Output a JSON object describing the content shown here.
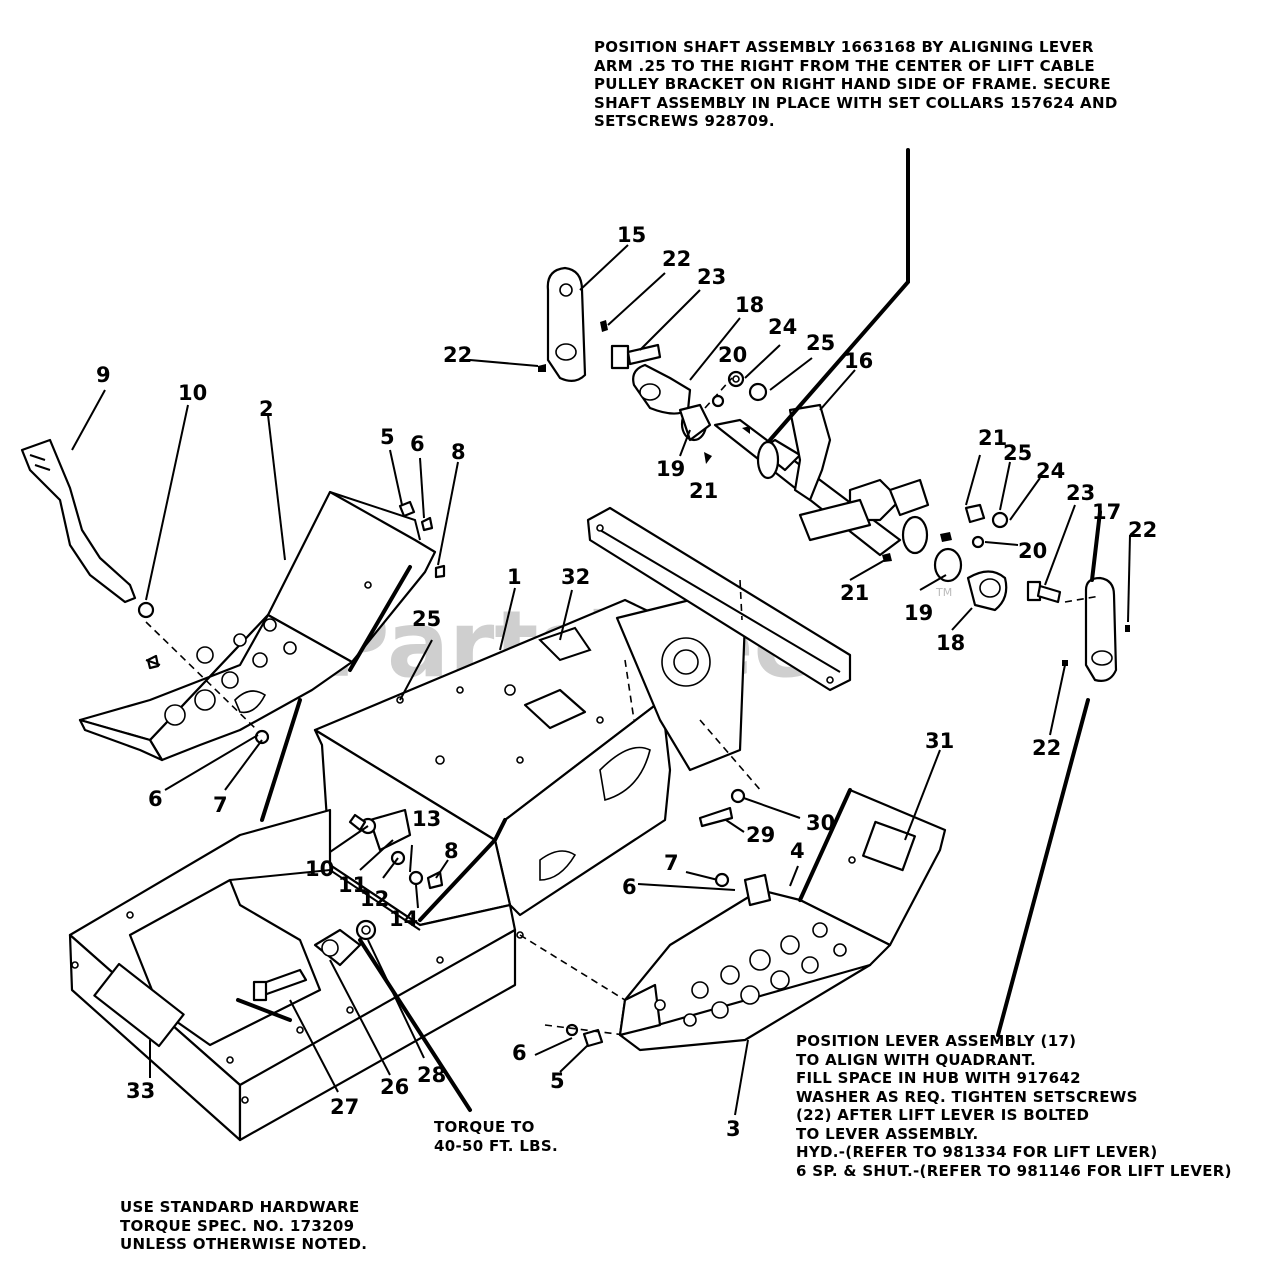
{
  "notes": {
    "top": "POSITION SHAFT ASSEMBLY 1663168 BY ALIGNING LEVER\nARM .25 TO THE RIGHT FROM THE CENTER OF LIFT CABLE\nPULLEY BRACKET ON RIGHT HAND SIDE OF FRAME. SECURE\nSHAFT ASSEMBLY IN PLACE WITH SET COLLARS 157624 AND\nSETSCREWS 928709.",
    "lever": "POSITION LEVER ASSEMBLY (17)\nTO ALIGN WITH QUADRANT.\nFILL SPACE IN HUB WITH 917642\nWASHER AS REQ. TIGHTEN SETSCREWS\n(22) AFTER LIFT LEVER IS BOLTED\nTO LEVER ASSEMBLY.\nHYD.-(REFER TO 981334 FOR LIFT LEVER)\n6 SP. & SHUT.-(REFER TO 981146 FOR LIFT LEVER)",
    "torque": "TORQUE TO\n40-50 FT. LBS.",
    "hardware": "USE STANDARD HARDWARE\nTORQUE SPEC. NO. 173209\nUNLESS OTHERWISE NOTED."
  },
  "watermark": "PartsTree",
  "watermark_tm": "TM",
  "callouts": [
    "15",
    "22",
    "23",
    "18",
    "24",
    "25",
    "20",
    "16",
    "22",
    "19",
    "21",
    "9",
    "10",
    "2",
    "5",
    "6",
    "8",
    "21",
    "25",
    "24",
    "23",
    "17",
    "22",
    "20",
    "1",
    "32",
    "21",
    "19",
    "18",
    "25",
    "22",
    "6",
    "7",
    "31",
    "10",
    "13",
    "8",
    "11",
    "12",
    "14",
    "30",
    "29",
    "4",
    "7",
    "6",
    "33",
    "27",
    "26",
    "28",
    "6",
    "5",
    "3"
  ]
}
